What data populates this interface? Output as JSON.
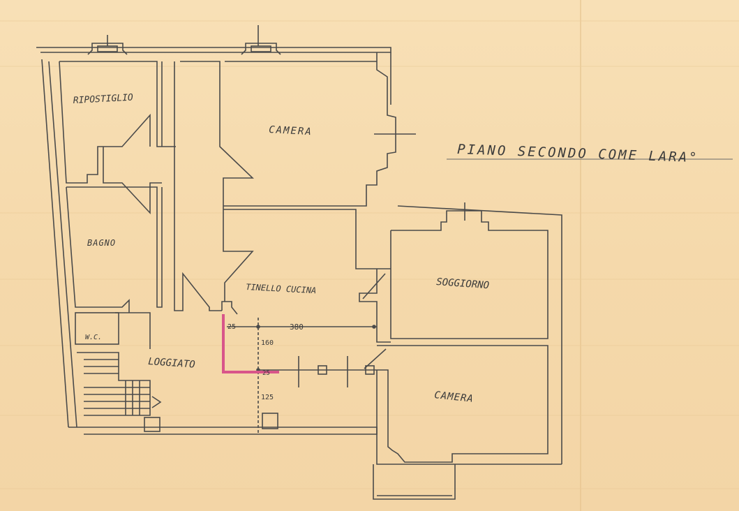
{
  "title": "PIANO SECONDO COME LARA°",
  "rooms": {
    "ripostiglio": "RIPOSTIGLIO",
    "camera_top": "CAMERA",
    "bagno": "BAGNO",
    "tinello": "TINELLO CUCINA",
    "soggiorno": "SOGGIORNO",
    "wc": "W.C.",
    "loggiato": "LOGGIATO",
    "camera_bottom": "CAMERA"
  },
  "dimensions": {
    "d25_top": "25",
    "d380": "380",
    "d160": "160",
    "d25_bottom": "25",
    "d125": "125"
  },
  "colors": {
    "paper": "#f6dcb0",
    "ink": "#3a3a3a",
    "highlight": "#d8558a"
  }
}
